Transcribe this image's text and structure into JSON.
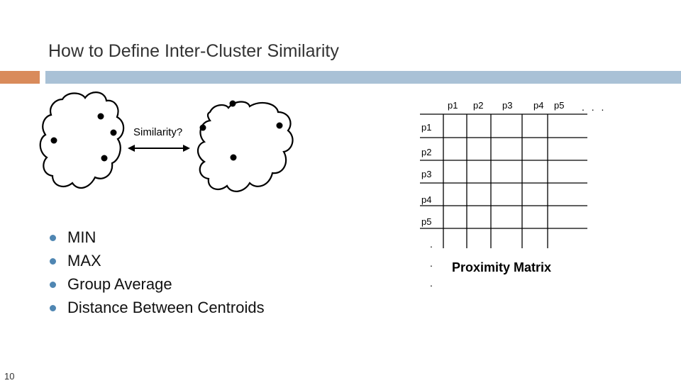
{
  "slide": {
    "title": "How to Define Inter-Cluster Similarity",
    "page_number": "10"
  },
  "diagram": {
    "similarity_label": "Similarity?"
  },
  "bullets": [
    "MIN",
    "MAX",
    "Group Average",
    "Distance Between Centroids"
  ],
  "matrix": {
    "column_headers": [
      "p1",
      "p2",
      "p3",
      "p4",
      "p5"
    ],
    "row_headers": [
      "p1",
      "p2",
      "p3",
      "p4",
      "p5"
    ],
    "column_ellipsis": ". . .",
    "row_ellipsis": ".",
    "caption": "Proximity Matrix"
  },
  "colors": {
    "accent_orange": "#d98b5b",
    "accent_blue": "#a9c1d6",
    "bullet": "#4f86b2"
  }
}
